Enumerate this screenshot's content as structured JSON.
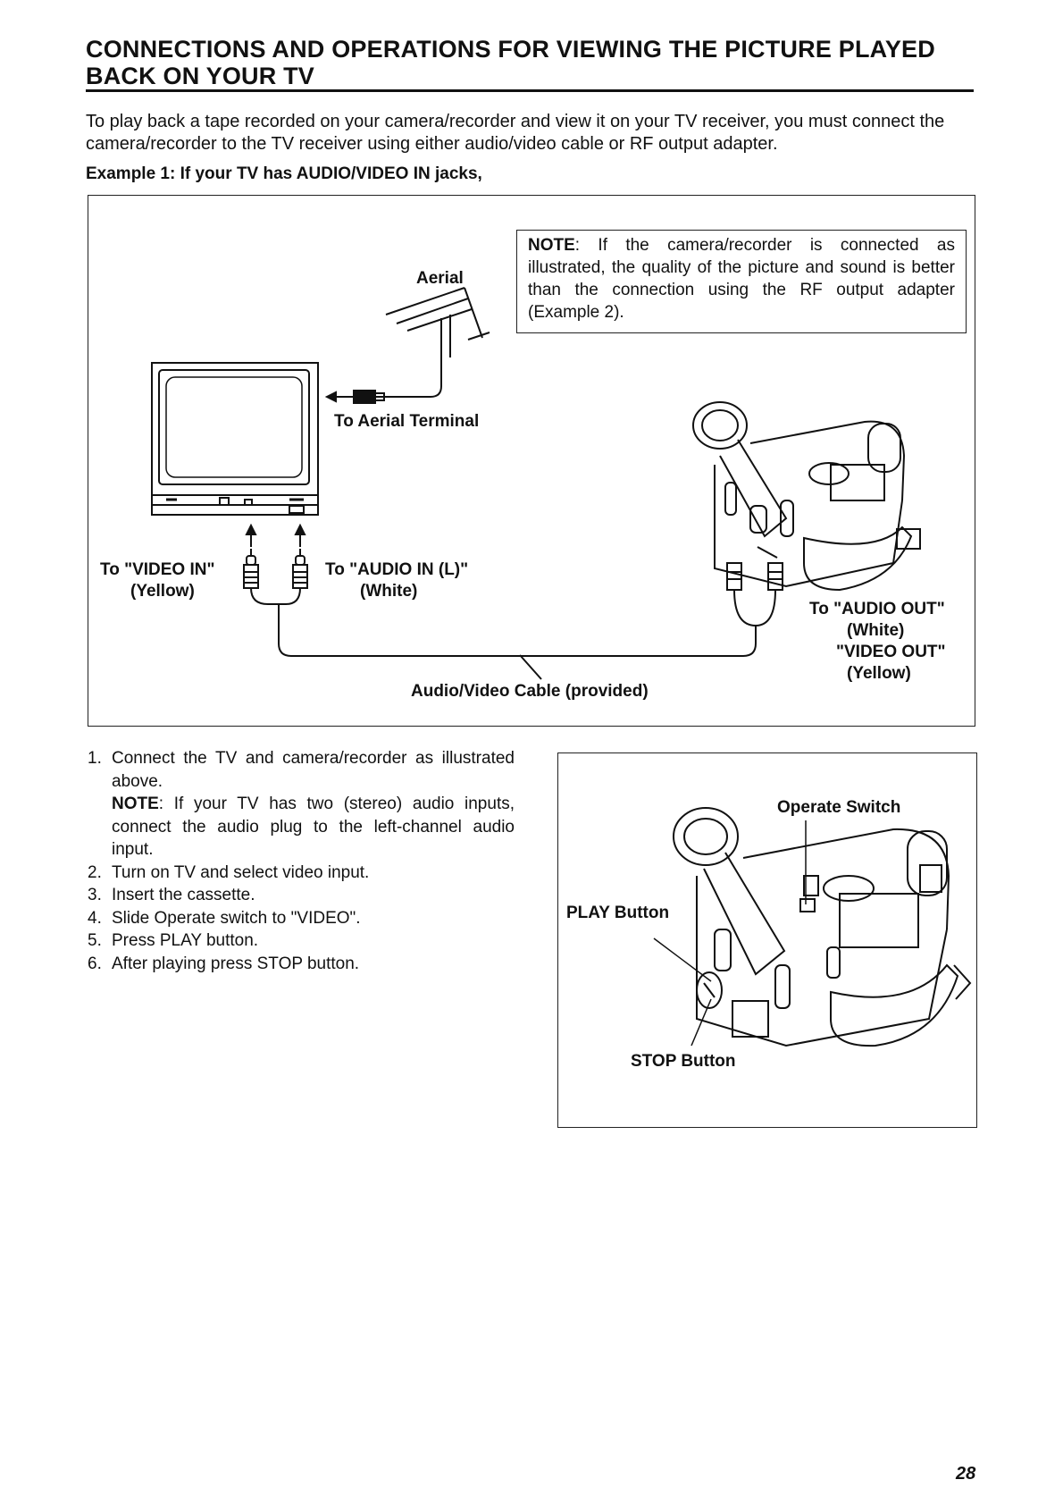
{
  "page": {
    "title": "CONNECTIONS AND OPERATIONS FOR VIEWING THE PICTURE PLAYED BACK ON YOUR TV",
    "intro": "To play back a tape recorded on your camera/recorder and view it on your TV receiver, you must connect the camera/recorder to the TV receiver using either audio/video cable or RF output adapter.",
    "example_heading": "Example 1: If your TV has AUDIO/VIDEO IN jacks,",
    "page_number": "28"
  },
  "figure1": {
    "note_label": "NOTE",
    "note_text": ": If the camera/recorder is connected as illustrated, the quality of the picture and sound is better than the connection using the RF output adapter (Example 2).",
    "aerial": "Aerial",
    "aerial_terminal": "To Aerial Terminal",
    "video_in": "To \"VIDEO IN\"",
    "video_in_color": "(Yellow)",
    "audio_in": "To \"AUDIO IN (L)\"",
    "audio_in_color": "(White)",
    "audio_out": "To \"AUDIO OUT\"",
    "audio_out_color": "(White)",
    "video_out": "\"VIDEO OUT\"",
    "video_out_color": "(Yellow)",
    "cable": "Audio/Video Cable (provided)"
  },
  "steps": [
    {
      "num": "1.",
      "text": "Connect the TV and camera/recorder as illustrated above.",
      "note_label": "NOTE",
      "note_text": ": If your TV has two (stereo) audio inputs, connect the audio plug to the left-channel audio input."
    },
    {
      "num": "2.",
      "text": "Turn on TV and select video input."
    },
    {
      "num": "3.",
      "text": "Insert the cassette."
    },
    {
      "num": "4.",
      "text": "Slide Operate switch to \"VIDEO\"."
    },
    {
      "num": "5.",
      "text": "Press PLAY button."
    },
    {
      "num": "6.",
      "text": "After playing press STOP button."
    }
  ],
  "figure2": {
    "operate_switch": "Operate Switch",
    "play_button": "PLAY Button",
    "stop_button": "STOP Button"
  }
}
